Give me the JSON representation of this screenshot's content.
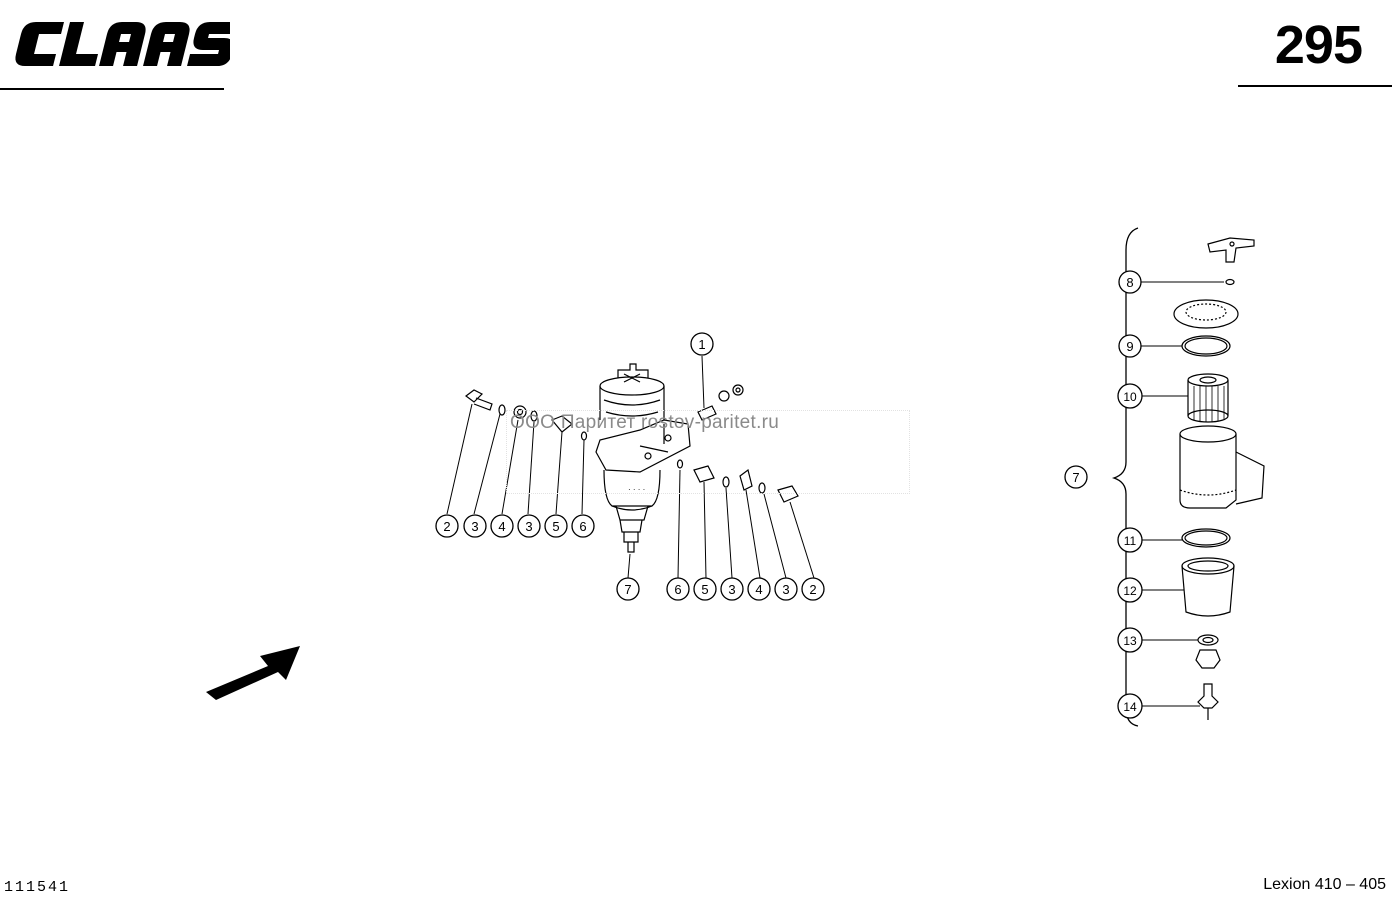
{
  "header": {
    "brand": "CLAAS",
    "page_number": "295"
  },
  "footer": {
    "doc_code": "111541",
    "model": "Lexion 410 – 405"
  },
  "watermark": "ООО Паритет   rostov-paritet.ru",
  "callouts_left": [
    "2",
    "3",
    "4",
    "3",
    "5",
    "6"
  ],
  "callout_filter": "7",
  "callout_top": "1",
  "callouts_right": [
    "6",
    "5",
    "3",
    "4",
    "3",
    "2"
  ],
  "detail": {
    "assembly_label": "7",
    "items": [
      "8",
      "9",
      "10",
      "11",
      "12",
      "13",
      "14"
    ]
  }
}
